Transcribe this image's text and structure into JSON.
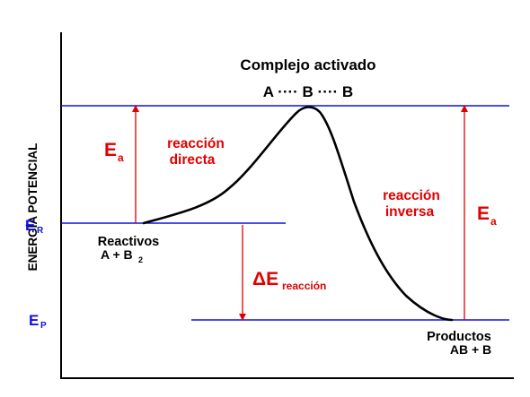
{
  "axis": {
    "y_label": "ENERGÍA POTENCIAL"
  },
  "levels": {
    "reactants_symbol": "E",
    "reactants_subscript": "R",
    "products_symbol": "E",
    "products_subscript": "P"
  },
  "activated_complex": {
    "title": "Complejo activado",
    "formula": "A ···· B ···· B"
  },
  "reactants": {
    "label": "Reactivos",
    "formula_main": "A + B",
    "formula_subscript": "2"
  },
  "products": {
    "label": "Productos",
    "formula": "AB + B"
  },
  "forward": {
    "ea_symbol": "E",
    "ea_subscript": "a",
    "line1": "reacción",
    "line2": "directa"
  },
  "reverse": {
    "ea_symbol": "E",
    "ea_subscript": "a",
    "line1": "reacción",
    "line2": "inversa"
  },
  "delta": {
    "symbol": "ΔE",
    "subscript": "reacción"
  },
  "colors": {
    "axis": "#000000",
    "levels": "#1010e0",
    "arrows": "#e00000",
    "curve": "#000000"
  }
}
